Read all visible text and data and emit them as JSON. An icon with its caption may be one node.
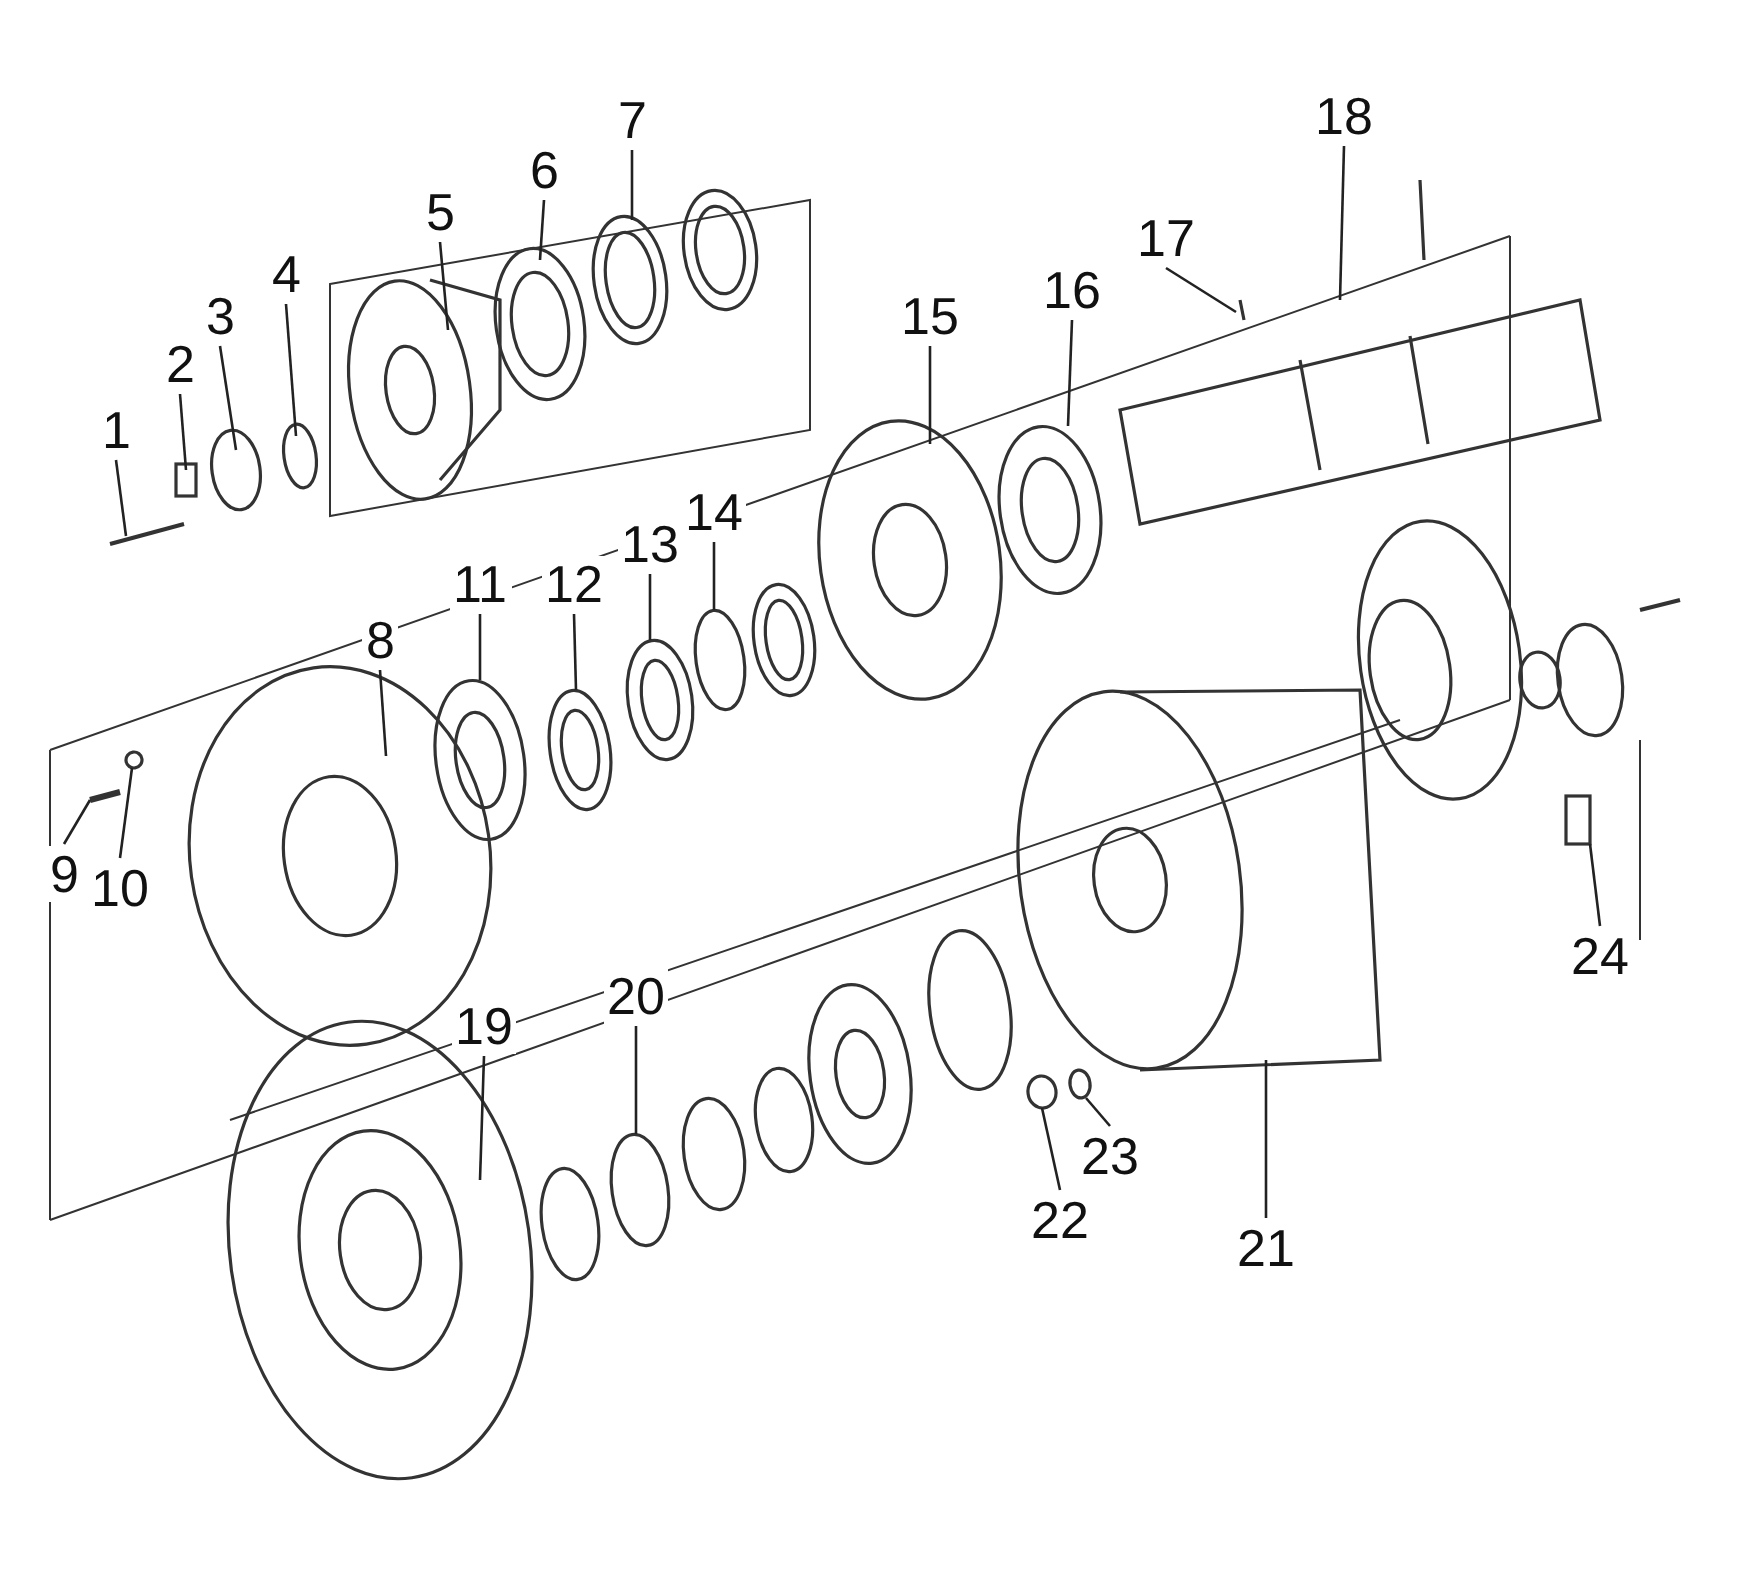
{
  "diagram": {
    "nodes": [
      {
        "text": [
          "1"
        ]
      },
      {
        "text": [
          "2"
        ]
      },
      {
        "text": [
          "3"
        ]
      },
      {
        "text": [
          "4"
        ]
      },
      {
        "text": [
          "5"
        ]
      },
      {
        "text": [
          "6"
        ]
      },
      {
        "text": [
          "7"
        ]
      },
      {
        "text": [
          "8"
        ]
      },
      {
        "text": [
          "9"
        ]
      },
      {
        "text": [
          "10"
        ]
      },
      {
        "text": [
          "11"
        ]
      },
      {
        "text": [
          "12"
        ]
      },
      {
        "text": [
          "13"
        ]
      },
      {
        "text": [
          "14"
        ]
      },
      {
        "text": [
          "15"
        ]
      },
      {
        "text": [
          "16"
        ]
      },
      {
        "text": [
          "17"
        ]
      },
      {
        "text": [
          "18"
        ]
      },
      {
        "text": [
          "19"
        ]
      },
      {
        "text": [
          "20"
        ]
      },
      {
        "text": [
          "21"
        ]
      },
      {
        "text": [
          "22"
        ]
      },
      {
        "text": [
          "23"
        ]
      },
      {
        "text": [
          "24"
        ]
      }
    ],
    "edges": [
      {
        "from": 0,
        "to": null,
        "arrow": "none"
      },
      {
        "from": 1,
        "to": null,
        "arrow": "none"
      },
      {
        "from": 2,
        "to": null,
        "arrow": "none"
      },
      {
        "from": 3,
        "to": null,
        "arrow": "none"
      },
      {
        "from": 4,
        "to": null,
        "arrow": "none"
      },
      {
        "from": 5,
        "to": null,
        "arrow": "none"
      },
      {
        "from": 6,
        "to": null,
        "arrow": "none"
      },
      {
        "from": 7,
        "to": null,
        "arrow": "none"
      },
      {
        "from": 8,
        "to": null,
        "arrow": "none"
      },
      {
        "from": 9,
        "to": null,
        "arrow": "none"
      },
      {
        "from": 10,
        "to": null,
        "arrow": "none"
      },
      {
        "from": 11,
        "to": null,
        "arrow": "none"
      },
      {
        "from": 12,
        "to": null,
        "arrow": "none"
      },
      {
        "from": 13,
        "to": null,
        "arrow": "none"
      },
      {
        "from": 14,
        "to": null,
        "arrow": "none"
      },
      {
        "from": 15,
        "to": null,
        "arrow": "none"
      },
      {
        "from": 16,
        "to": null,
        "arrow": "none"
      },
      {
        "from": 17,
        "to": null,
        "arrow": "none"
      },
      {
        "from": 18,
        "to": null,
        "arrow": "none"
      },
      {
        "from": 19,
        "to": null,
        "arrow": "none"
      },
      {
        "from": 20,
        "to": null,
        "arrow": "none"
      },
      {
        "from": 21,
        "to": null,
        "arrow": "none"
      },
      {
        "from": 22,
        "to": null,
        "arrow": "none"
      },
      {
        "from": 23,
        "to": null,
        "arrow": "none"
      }
    ]
  }
}
